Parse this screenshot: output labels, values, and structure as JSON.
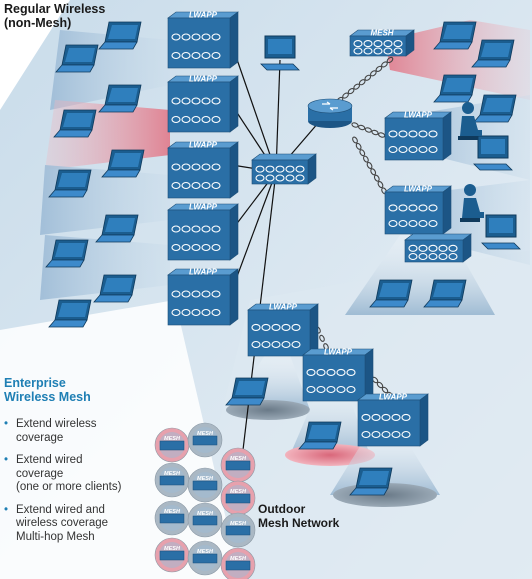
{
  "labels": {
    "regular_title_line1": "Regular Wireless",
    "regular_title_line2": "(non-Mesh)",
    "mesh_title_line1": "Enterprise",
    "mesh_title_line2": "Wireless Mesh",
    "outdoor_line1": "Outdoor",
    "outdoor_line2": "Mesh Network"
  },
  "bullets": [
    {
      "line1": "Extend wireless",
      "line2": "coverage",
      "line3": ""
    },
    {
      "line1": "Extend wired",
      "line2": "coverage",
      "line3": "(one or more clients)"
    },
    {
      "line1": "Extend wired and",
      "line2": "wireless coverage",
      "line3": "Multi-hop Mesh"
    }
  ],
  "device_labels": {
    "lwapp": "LWAPP",
    "mesh": "MESH"
  },
  "colors": {
    "device_blue": "#2a6fa6",
    "device_top": "#5a9cd0",
    "coverage_blue": "#a9c6de",
    "coverage_red": "#e7a8b2",
    "accent_title": "#1f7fb4"
  }
}
